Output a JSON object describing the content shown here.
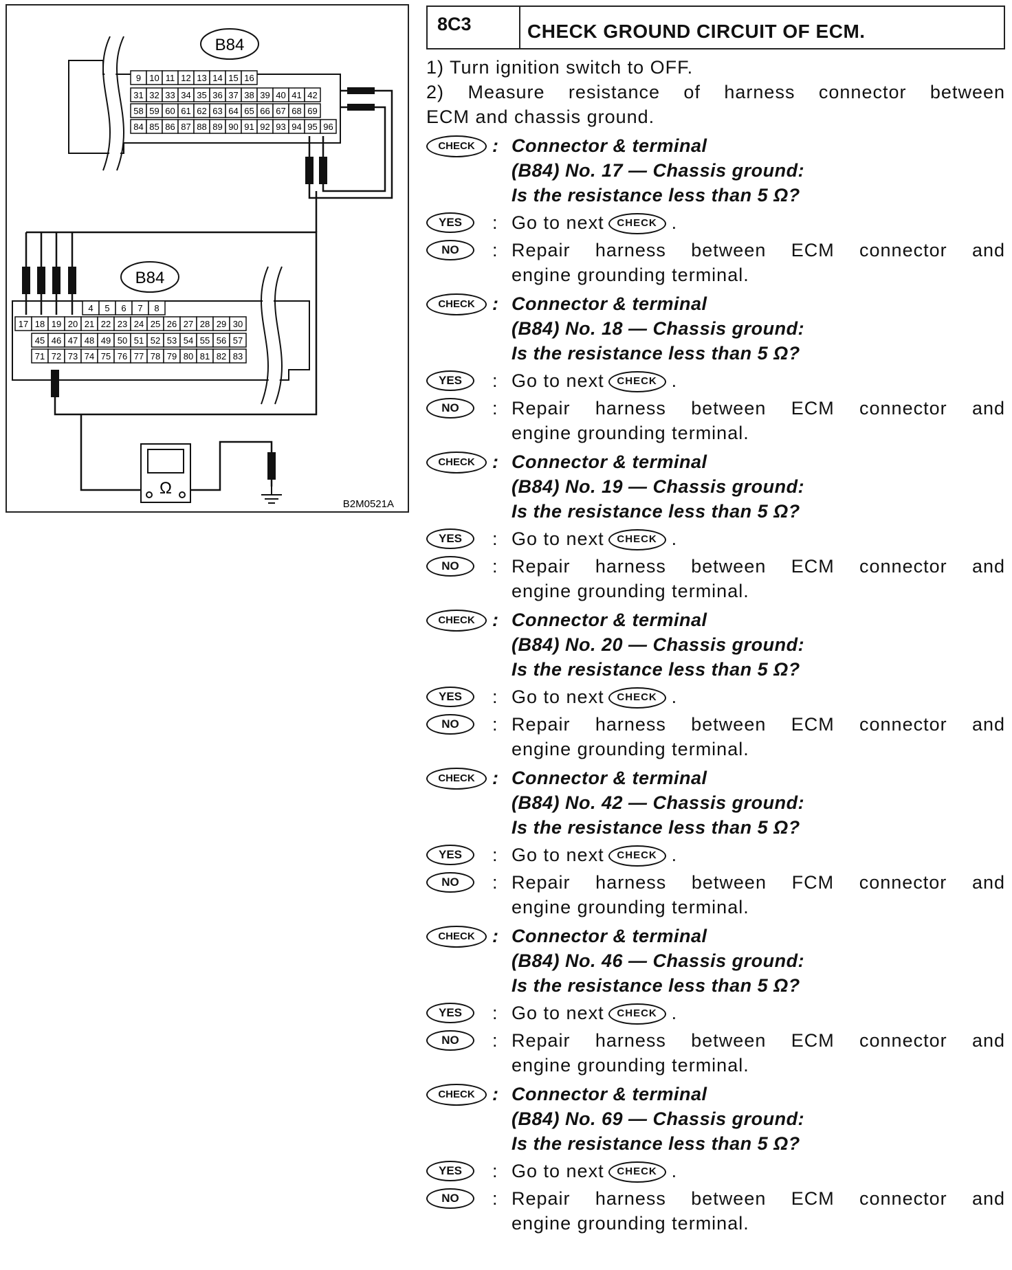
{
  "diagram": {
    "top_connector_label": "B84",
    "bottom_connector_label": "B84",
    "figure_code": "B2M0521A",
    "ohm_symbol": "Ω",
    "meter_icon": "ohmmeter-icon",
    "ground_icon": "ground-symbol-icon",
    "top_row1": [
      "9",
      "10",
      "11",
      "12",
      "13",
      "14",
      "15",
      "16"
    ],
    "top_row2": [
      "31",
      "32",
      "33",
      "34",
      "35",
      "36",
      "37",
      "38",
      "39",
      "40",
      "41",
      "42"
    ],
    "top_row3": [
      "58",
      "59",
      "60",
      "61",
      "62",
      "63",
      "64",
      "65",
      "66",
      "67",
      "68",
      "69"
    ],
    "top_row4": [
      "84",
      "85",
      "86",
      "87",
      "88",
      "89",
      "90",
      "91",
      "92",
      "93",
      "94",
      "95",
      "96"
    ],
    "bot_row1": [
      "4",
      "5",
      "6",
      "7",
      "8"
    ],
    "bot_row2": [
      "17",
      "18",
      "19",
      "20",
      "21",
      "22",
      "23",
      "24",
      "25",
      "26",
      "27",
      "28",
      "29",
      "30"
    ],
    "bot_row3": [
      "45",
      "46",
      "47",
      "48",
      "49",
      "50",
      "51",
      "52",
      "53",
      "54",
      "55",
      "56",
      "57"
    ],
    "bot_row4": [
      "71",
      "72",
      "73",
      "74",
      "75",
      "76",
      "77",
      "78",
      "79",
      "80",
      "81",
      "82",
      "83"
    ]
  },
  "step": {
    "code": "8C3",
    "title": "CHECK GROUND CIRCUIT OF ECM."
  },
  "instructions": {
    "line1": "1) Turn ignition switch to OFF.",
    "line2a": "2) Measure resistance of harness connector between",
    "line2b": "ECM and chassis ground."
  },
  "badges": {
    "check": "CHECK",
    "yes": "YES",
    "no": "NO"
  },
  "colon": ":",
  "period": ".",
  "checks": [
    {
      "check_line1": "Connector & terminal",
      "check_line2": "(B84) No. 17 — Chassis ground:",
      "check_line3": "Is the resistance less than 5 Ω?",
      "yes_text": "Go to next",
      "no_line1": "Repair harness between ECM connector and",
      "no_line2": "engine grounding terminal."
    },
    {
      "check_line1": "Connector & terminal",
      "check_line2": "(B84) No. 18 — Chassis ground:",
      "check_line3": "Is the resistance less than 5 Ω?",
      "yes_text": "Go to next",
      "no_line1": "Repair harness between ECM connector and",
      "no_line2": "engine grounding terminal."
    },
    {
      "check_line1": "Connector & terminal",
      "check_line2": "(B84) No. 19 — Chassis ground:",
      "check_line3": "Is the resistance less than 5 Ω?",
      "yes_text": "Go to next",
      "no_line1": "Repair harness between ECM connector and",
      "no_line2": "engine grounding terminal."
    },
    {
      "check_line1": "Connector & terminal",
      "check_line2": "(B84) No. 20 — Chassis ground:",
      "check_line3": "Is the resistance less than 5 Ω?",
      "yes_text": "Go to next",
      "no_line1": "Repair harness between ECM connector and",
      "no_line2": "engine grounding terminal."
    },
    {
      "check_line1": "Connector & terminal",
      "check_line2": "(B84) No. 42 — Chassis ground:",
      "check_line3": "Is the resistance less than 5 Ω?",
      "yes_text": "Go to next",
      "no_line1": "Repair harness between FCM connector and",
      "no_line2": "engine grounding terminal."
    },
    {
      "check_line1": "Connector & terminal",
      "check_line2": "(B84) No. 46 — Chassis ground:",
      "check_line3": "Is the resistance less than 5 Ω?",
      "yes_text": "Go to next",
      "no_line1": "Repair harness between ECM connector and",
      "no_line2": "engine grounding terminal."
    },
    {
      "check_line1": "Connector & terminal",
      "check_line2": "(B84) No. 69 — Chassis ground:",
      "check_line3": "Is the resistance less than 5 Ω?",
      "yes_text": "Go to next",
      "no_line1": "Repair harness between ECM connector and",
      "no_line2": "engine grounding terminal."
    }
  ]
}
